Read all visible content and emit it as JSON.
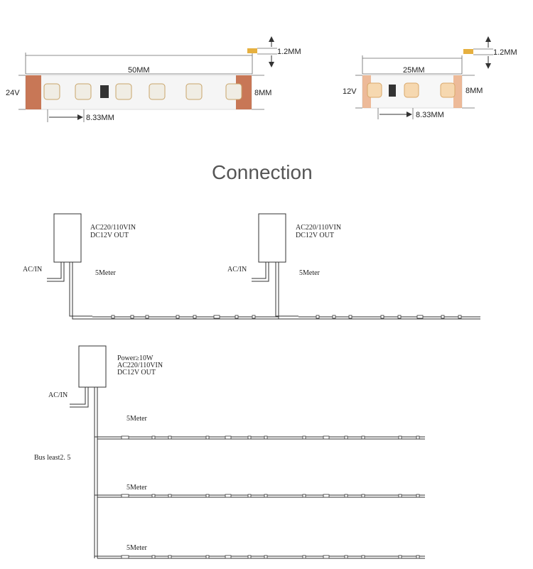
{
  "strips": {
    "left": {
      "voltage": "24V",
      "length": "50MM",
      "width": "8MM",
      "thickness": "1.2MM",
      "pitch": "8.33MM",
      "led_color": "#f4f1e8",
      "base_color": "#f5f5f5",
      "end_color": "#c0603a"
    },
    "right": {
      "voltage": "12V",
      "length": "25MM",
      "width": "8MM",
      "thickness": "1.2MM",
      "pitch": "8.33MM",
      "led_color": "#f6d8b0",
      "base_color": "#f7f7f7",
      "end_color": "#e8a070"
    }
  },
  "connection": {
    "title": "Connection",
    "diagram1": {
      "ac_label": "AC/IN",
      "spec_line1": "AC220/110VIN",
      "spec_line2": "DC12V OUT",
      "length_label": "5Meter"
    },
    "diagram2": {
      "ac_label": "AC/IN",
      "spec_line1": "AC220/110VIN",
      "spec_line2": "DC12V OUT",
      "length_label": "5Meter"
    },
    "bus": {
      "ac_label": "AC/IN",
      "power_line": "Power≥10W",
      "spec_line1": "AC220/110VIN",
      "spec_line2": "DC12V OUT",
      "bus_label": "Bus least2. 5",
      "branch_labels": [
        "5Meter",
        "5Meter",
        "5Meter"
      ]
    }
  }
}
